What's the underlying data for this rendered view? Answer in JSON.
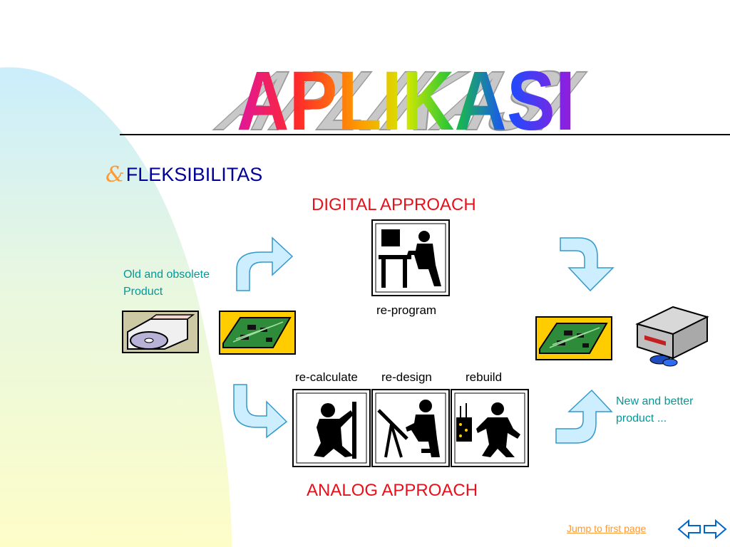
{
  "slide": {
    "title": "APLIKASI",
    "bullet": "FLEKSIBILITAS",
    "digital_heading": "DIGITAL APPROACH",
    "analog_heading": "ANALOG APPROACH",
    "old_product_line1": "Old and obsolete",
    "old_product_line2": "Product",
    "new_product_line1": "New and better",
    "new_product_line2": "product ...",
    "reprogram_caption": "re-program",
    "recalculate_caption": "re-calculate",
    "redesign_caption": "re-design",
    "rebuild_caption": "rebuild"
  },
  "navigation": {
    "jump_link": "Jump to first page",
    "prev_icon": "left-arrow-icon",
    "next_icon": "right-arrow-icon"
  },
  "colors": {
    "heading_red": "#e8101a",
    "teal_text": "#009999",
    "bullet_blue": "#000099",
    "accent_orange": "#ff9933",
    "arrow_fill": "#cceeff",
    "arrow_stroke": "#3399cc"
  }
}
